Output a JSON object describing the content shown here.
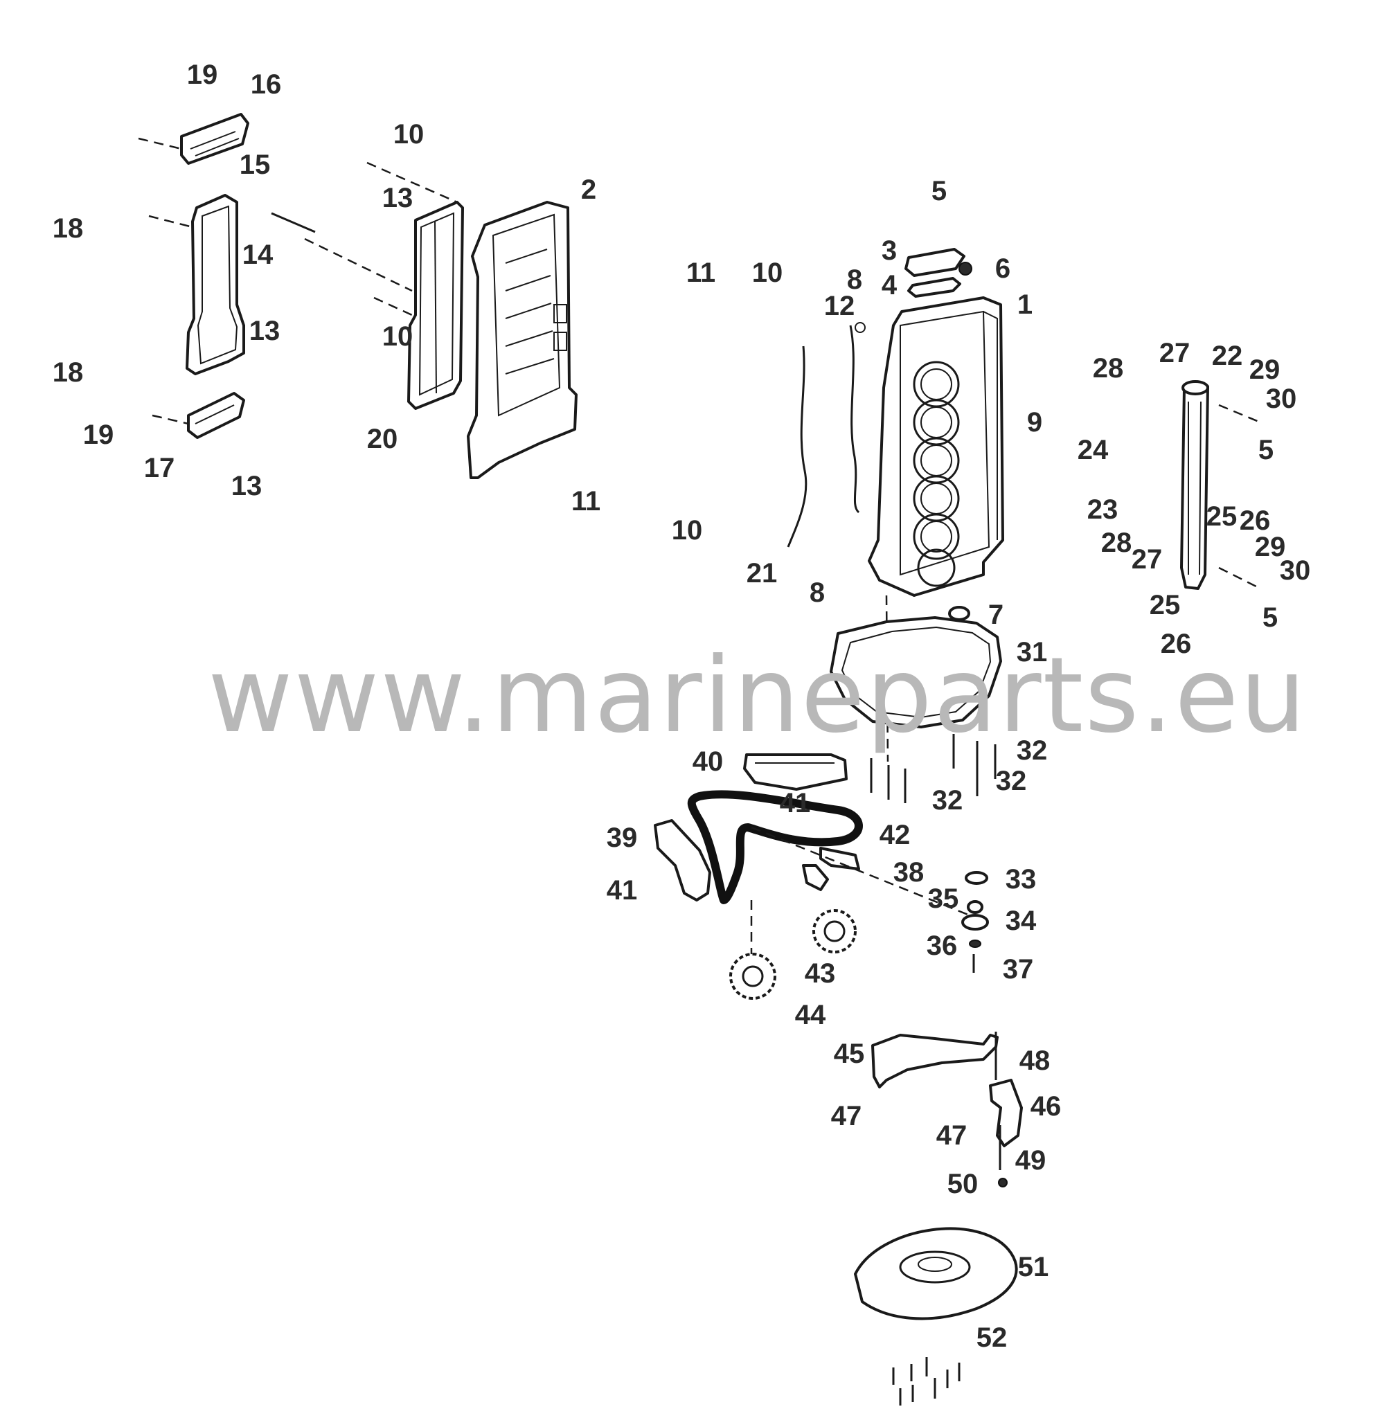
{
  "watermark": "www.marineparts.eu",
  "callouts": [
    {
      "id": "19a",
      "text": "19"
    },
    {
      "id": "16",
      "text": "16"
    },
    {
      "id": "15",
      "text": "15"
    },
    {
      "id": "18a",
      "text": "18"
    },
    {
      "id": "18b",
      "text": "18"
    },
    {
      "id": "19b",
      "text": "19"
    },
    {
      "id": "17",
      "text": "17"
    },
    {
      "id": "14",
      "text": "14"
    },
    {
      "id": "13a",
      "text": "13"
    },
    {
      "id": "13b",
      "text": "13"
    },
    {
      "id": "13c",
      "text": "13"
    },
    {
      "id": "10a",
      "text": "10"
    },
    {
      "id": "10b",
      "text": "10"
    },
    {
      "id": "20",
      "text": "20"
    },
    {
      "id": "2",
      "text": "2"
    },
    {
      "id": "11a",
      "text": "11"
    },
    {
      "id": "10c",
      "text": "10"
    },
    {
      "id": "11b",
      "text": "11"
    },
    {
      "id": "10d",
      "text": "10"
    },
    {
      "id": "21",
      "text": "21"
    },
    {
      "id": "8a",
      "text": "8"
    },
    {
      "id": "12",
      "text": "12"
    },
    {
      "id": "8b",
      "text": "8"
    },
    {
      "id": "5a",
      "text": "5"
    },
    {
      "id": "3",
      "text": "3"
    },
    {
      "id": "6",
      "text": "6"
    },
    {
      "id": "4",
      "text": "4"
    },
    {
      "id": "1",
      "text": "1"
    },
    {
      "id": "9",
      "text": "9"
    },
    {
      "id": "7",
      "text": "7"
    },
    {
      "id": "31",
      "text": "31"
    },
    {
      "id": "28a",
      "text": "28"
    },
    {
      "id": "27a",
      "text": "27"
    },
    {
      "id": "22",
      "text": "22"
    },
    {
      "id": "29a",
      "text": "29"
    },
    {
      "id": "30a",
      "text": "30"
    },
    {
      "id": "5b",
      "text": "5"
    },
    {
      "id": "24",
      "text": "24"
    },
    {
      "id": "23",
      "text": "23"
    },
    {
      "id": "28b",
      "text": "28"
    },
    {
      "id": "27b",
      "text": "27"
    },
    {
      "id": "25a",
      "text": "25"
    },
    {
      "id": "26a",
      "text": "26"
    },
    {
      "id": "29b",
      "text": "29"
    },
    {
      "id": "30b",
      "text": "30"
    },
    {
      "id": "25b",
      "text": "25"
    },
    {
      "id": "5c",
      "text": "5"
    },
    {
      "id": "26b",
      "text": "26"
    },
    {
      "id": "32a",
      "text": "32"
    },
    {
      "id": "32b",
      "text": "32"
    },
    {
      "id": "32c",
      "text": "32"
    },
    {
      "id": "40",
      "text": "40"
    },
    {
      "id": "41a",
      "text": "41"
    },
    {
      "id": "42",
      "text": "42"
    },
    {
      "id": "39",
      "text": "39"
    },
    {
      "id": "38",
      "text": "38"
    },
    {
      "id": "41b",
      "text": "41"
    },
    {
      "id": "33",
      "text": "33"
    },
    {
      "id": "35",
      "text": "35"
    },
    {
      "id": "34",
      "text": "34"
    },
    {
      "id": "36",
      "text": "36"
    },
    {
      "id": "37",
      "text": "37"
    },
    {
      "id": "43",
      "text": "43"
    },
    {
      "id": "44",
      "text": "44"
    },
    {
      "id": "45",
      "text": "45"
    },
    {
      "id": "48",
      "text": "48"
    },
    {
      "id": "46",
      "text": "46"
    },
    {
      "id": "47a",
      "text": "47"
    },
    {
      "id": "47b",
      "text": "47"
    },
    {
      "id": "49",
      "text": "49"
    },
    {
      "id": "50",
      "text": "50"
    },
    {
      "id": "51",
      "text": "51"
    },
    {
      "id": "52",
      "text": "52"
    }
  ]
}
